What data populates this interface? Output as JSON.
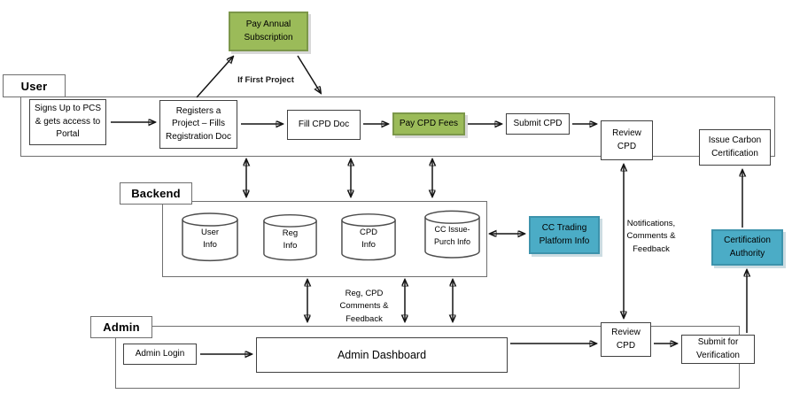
{
  "lanes": {
    "user": {
      "label": "User"
    },
    "backend": {
      "label": "Backend"
    },
    "admin": {
      "label": "Admin"
    }
  },
  "nodes": {
    "pay_annual": "Pay Annual\nSubscription",
    "signs_up": "Signs Up to PCS\n& gets access to\nPortal",
    "registers": "Registers a\nProject – Fills\nRegistration Doc",
    "fill_cpd": "Fill CPD Doc",
    "pay_cpd_fees": "Pay CPD Fees",
    "submit_cpd": "Submit CPD",
    "review_cpd_user": "Review\nCPD",
    "issue_carbon": "Issue Carbon\nCertification",
    "cc_trading": "CC Trading\nPlatform Info",
    "cert_authority": "Certification\nAuthority",
    "admin_login": "Admin Login",
    "admin_dashboard": "Admin Dashboard",
    "review_cpd_admin": "Review\nCPD",
    "submit_verification": "Submit for\nVerification"
  },
  "databases": {
    "user_info": "User\nInfo",
    "reg_info": "Reg\nInfo",
    "cpd_info": "CPD\nInfo",
    "cc_issue": "CC Issue-\nPurch Info"
  },
  "annotations": {
    "if_first_project": "If First Project",
    "notifications": "Notifications,\nComments &\nFeedback",
    "reg_cpd": "Reg, CPD\nComments &\nFeedback"
  },
  "colors": {
    "highlight_green": "#9bbb59",
    "highlight_blue": "#4bacc6",
    "line_gray": "#6f6f6f",
    "arrow_black": "#141414"
  }
}
